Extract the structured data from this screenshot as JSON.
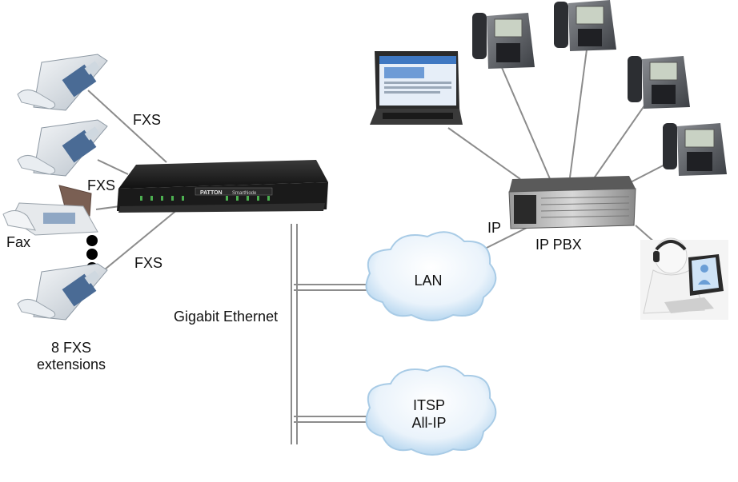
{
  "labels": {
    "fxs_top": "FXS",
    "fxs_mid": "FXS",
    "fxs_bottom": "FXS",
    "fax": "Fax",
    "extensions_line1": "8 FXS",
    "extensions_line2": "extensions",
    "gigabit": "Gigabit Ethernet",
    "ip": "IP",
    "ip_pbx": "IP PBX",
    "lan": "LAN",
    "itsp_line1": "ITSP",
    "itsp_line2": "All-IP"
  },
  "device": {
    "brand": "PATTON",
    "model": "SmartNode"
  }
}
